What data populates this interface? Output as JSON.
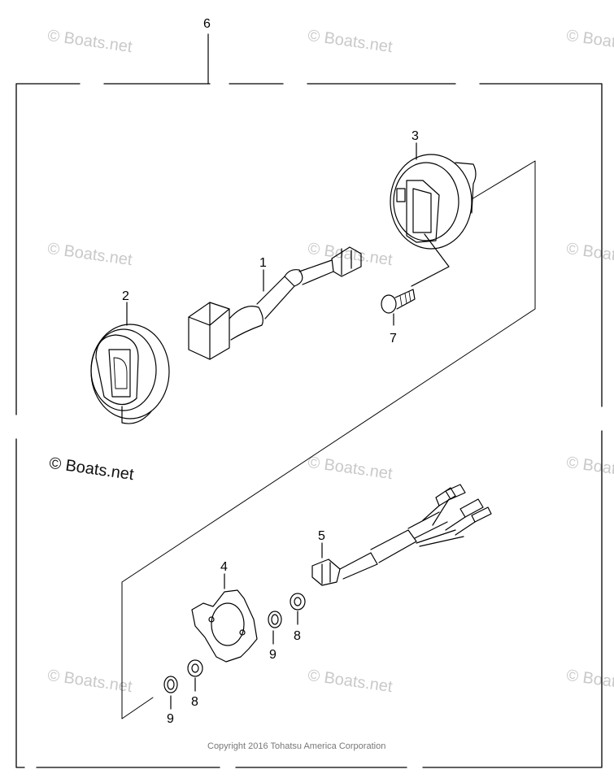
{
  "watermark": "© Boats.net",
  "copyright": "Copyright 2016 Tohatsu America Corporation",
  "callouts": {
    "c1": "1",
    "c2": "2",
    "c3": "3",
    "c4": "4",
    "c5": "5",
    "c6": "6",
    "c7": "7",
    "c8a": "8",
    "c8b": "8",
    "c9a": "9",
    "c9b": "9"
  },
  "colors": {
    "line": "#000000",
    "watermark": "#c9c9c9"
  }
}
